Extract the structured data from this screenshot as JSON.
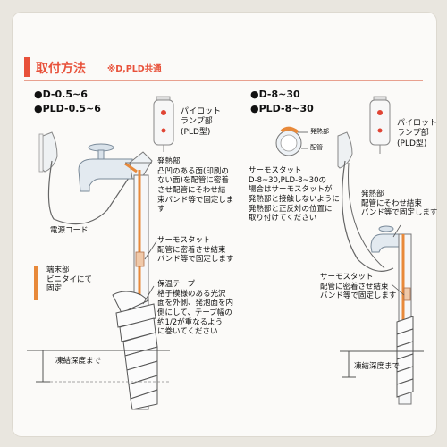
{
  "header": {
    "title": "取付方法",
    "note": "※D,PLD共通"
  },
  "left": {
    "models": [
      "●D-0.5~6",
      "●PLD-0.5~6"
    ],
    "pilot_lamp": "パイロット\nランプ部\n(PLD型)",
    "heating_part": "発熱部\n凸凹のある面(印刷の\nない面)を配管に密着\nさせ配管にそわせ結\n束バンド等で固定しま\nす",
    "power_cord": "電源コード",
    "thermostat": "サーモスタット\n配管に密着させ結束\nバンド等で固定します",
    "terminal": "端末部\nビニタイにて\n固定",
    "tape": "保温テープ\n格子模様のある光沢\n面を外側、発泡面を内\n側にして、テープ幅の\n約1/2が重なるよう\nに巻いてください",
    "frost_depth": "凍結深度まで"
  },
  "right": {
    "models": [
      "●D-8~30",
      "●PLD-8~30"
    ],
    "heating_small": "発熱部",
    "pipe_small": "配管",
    "pilot_lamp": "パイロット\nランプ部\n(PLD型)",
    "thermostat_note": "サーモスタット\nD-8~30,PLD-8~30の\n場合はサーモスタットが\n発熱部と接触しないように\n発熱部と正反対の位置に\n取り付けてください",
    "heating_part": "発熱部\n配管にそわせ結束\nバンド等で固定します",
    "thermostat": "サーモスタット\n配管に密着させ結束\nバンド等で固定します",
    "frost_depth": "凍結深度まで"
  },
  "colors": {
    "accent": "#e8513a",
    "cable_orange": "#e8893a",
    "pipe": "#f4f6f8",
    "line": "#555555",
    "faucet": "#cfd8e0"
  }
}
